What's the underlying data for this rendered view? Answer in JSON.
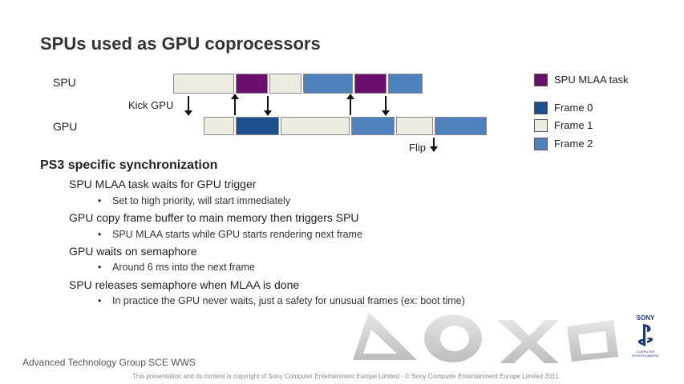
{
  "slide": {
    "title": "SPUs used as GPU coprocessors"
  },
  "diagram": {
    "spu_label": "SPU",
    "gpu_label": "GPU",
    "kick_gpu_label": "Kick GPU",
    "flip_label": "Flip"
  },
  "legend": {
    "items": [
      {
        "label": "SPU MLAA task",
        "color": "#6a0f6e"
      },
      {
        "label": "Frame 0",
        "color": "#1f4e8c"
      },
      {
        "label": "Frame 1",
        "color": "#eeebe3"
      },
      {
        "label": "Frame 2",
        "color": "#4f81bd"
      }
    ]
  },
  "sync": {
    "heading": "PS3 specific synchronization",
    "points": [
      {
        "text": "SPU MLAA task waits for GPU trigger",
        "sub": "Set to high priority, will start immediately"
      },
      {
        "text": "GPU copy frame buffer to main memory then triggers SPU",
        "sub": "SPU MLAA starts while GPU starts rendering next frame"
      },
      {
        "text": "GPU waits on semaphore",
        "sub": "Around 6 ms into the next frame"
      },
      {
        "text": "SPU releases semaphore when MLAA is done",
        "sub": "In practice the GPU never waits, just a safety for unusual frames (ex: boot time)"
      }
    ],
    "bullet": "•"
  },
  "footer": {
    "group": "Advanced Technology Group SCE WWS",
    "copyright": "This presentation and its content is copyright of Sony Computer Entertainment Europe Limited - © Sony Computer Entertainment Europe Limited 2011.",
    "logo_text": "SONY",
    "logo_sub": "COMPUTER ENTERTAINMENT"
  }
}
